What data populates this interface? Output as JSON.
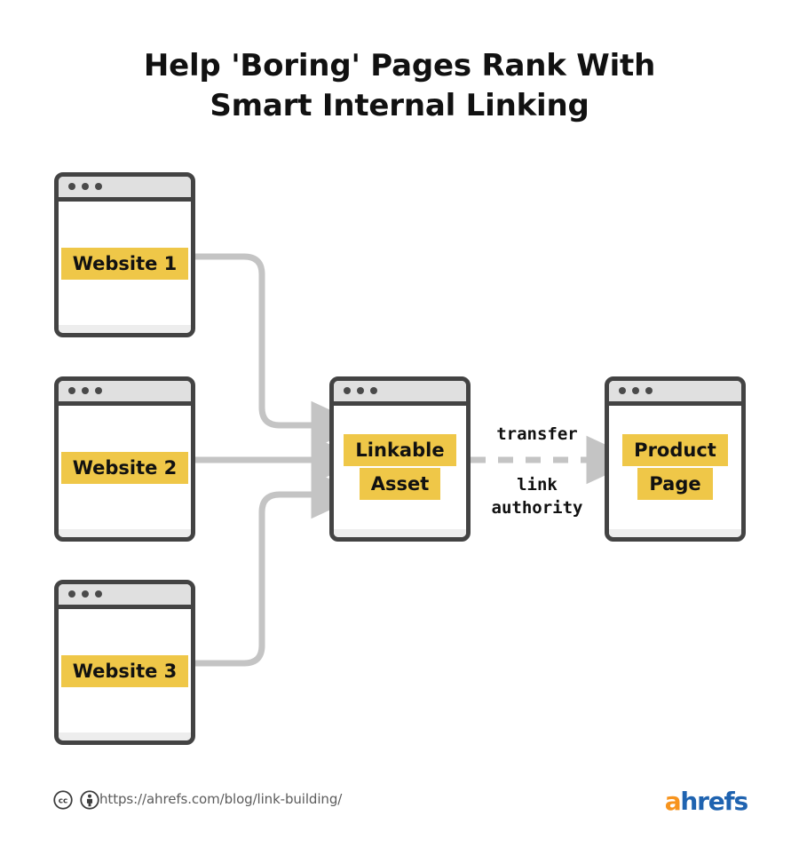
{
  "title": "Help 'Boring' Pages Rank With\nSmart Internal Linking",
  "colors": {
    "highlight": "#efc748",
    "window_border": "#434343",
    "titlebar": "#e0e0e0",
    "connector": "#c4c4c4",
    "text": "#111111",
    "logo_a": "#f7941e",
    "logo_hrefs": "#1f63b0"
  },
  "windows": {
    "website1": {
      "label": "Website 1"
    },
    "website2": {
      "label": "Website 2"
    },
    "website3": {
      "label": "Website 3"
    },
    "linkable_asset": {
      "label_line1": "Linkable",
      "label_line2": "Asset"
    },
    "product_page": {
      "label_line1": "Product",
      "label_line2": "Page"
    }
  },
  "connector_labels": {
    "above": "transfer",
    "below": "link\nauthority"
  },
  "footer": {
    "url": "https://ahrefs.com/blog/link-building/",
    "license_icons": [
      "cc-icon",
      "cc-by-icon"
    ],
    "logo_a": "a",
    "logo_rest": "hrefs"
  }
}
